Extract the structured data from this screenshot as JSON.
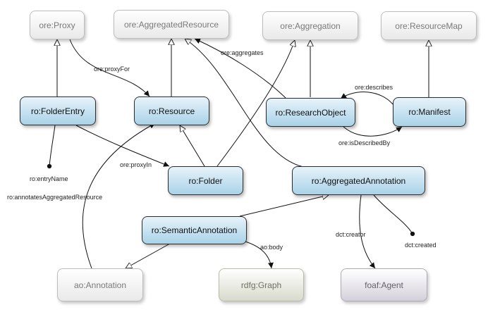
{
  "nodes": {
    "ore_proxy": "ore:Proxy",
    "ore_aggregated_resource": "ore:AggregatedResource",
    "ore_aggregation": "ore:Aggregation",
    "ore_resource_map": "ore:ResourceMap",
    "ro_folder_entry": "ro:FolderEntry",
    "ro_resource": "ro:Resource",
    "ro_research_object": "ro:ResearchObject",
    "ro_manifest": "ro:Manifest",
    "ro_folder": "ro:Folder",
    "ro_aggregated_annotation": "ro:AggregatedAnnotation",
    "ro_semantic_annotation": "ro:SemanticAnnotation",
    "ao_annotation": "ao:Annotation",
    "rdfg_graph": "rdfg:Graph",
    "foaf_agent": "foaf:Agent"
  },
  "edge_labels": {
    "proxy_for": "ore:proxyFor",
    "aggregates": "ore:aggregates",
    "describes": "ore:describes",
    "is_described_by": "ore:isDescribedBy",
    "proxy_in": "ore:proxyIn",
    "entry_name": "ro:entryName",
    "annotates_aggregated_resource": "ro:annotatesAggregatedResource",
    "dct_creator": "dct:creator",
    "dct_created": "dct:created",
    "ao_body": "ao:body"
  }
}
